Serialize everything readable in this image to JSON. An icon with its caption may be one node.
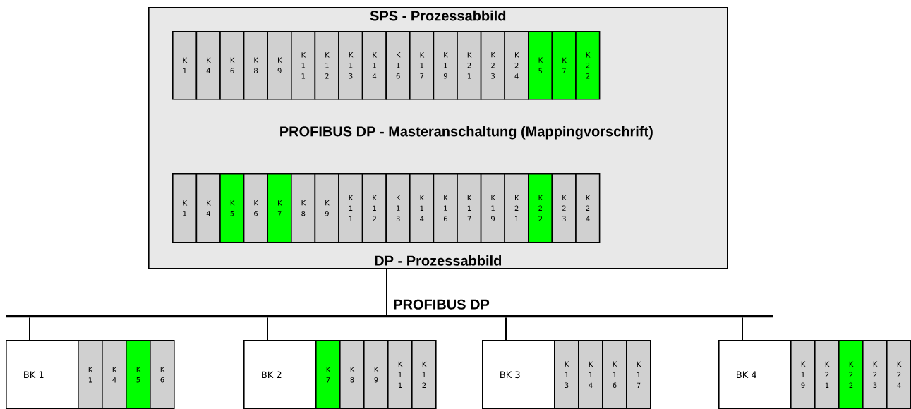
{
  "diagram": {
    "nodes": [
      {
        "text": [
          "SPS - Prozessabbild",
          "PROFIBUS DP - Masteranschaltung (Mappingvorschrift)",
          "DP - Prozessabbild"
        ]
      },
      {
        "text": [
          "K 1"
        ],
        "in": 0
      },
      {
        "text": [
          "K 4"
        ],
        "in": 0
      },
      {
        "text": [
          "K 6"
        ],
        "in": 0
      },
      {
        "text": [
          "K 8"
        ],
        "in": 0
      },
      {
        "text": [
          "K 9"
        ],
        "in": 0
      },
      {
        "text": [
          "K 1 1"
        ],
        "in": 0
      },
      {
        "text": [
          "K 1 2"
        ],
        "in": 0
      },
      {
        "text": [
          "K 1 3"
        ],
        "in": 0
      },
      {
        "text": [
          "K 1 4"
        ],
        "in": 0
      },
      {
        "text": [
          "K 1 6"
        ],
        "in": 0
      },
      {
        "text": [
          "K 1 7"
        ],
        "in": 0
      },
      {
        "text": [
          "K 1 9"
        ],
        "in": 0
      },
      {
        "text": [
          "K 2 1"
        ],
        "in": 0
      },
      {
        "text": [
          "K 2 3"
        ],
        "in": 0
      },
      {
        "text": [
          "K 2 4"
        ],
        "in": 0
      },
      {
        "text": [
          "K 5"
        ],
        "in": 0
      },
      {
        "text": [
          "K 7"
        ],
        "in": 0
      },
      {
        "text": [
          "K 2 2"
        ],
        "in": 0
      },
      {
        "text": [
          "K 1"
        ],
        "in": 0
      },
      {
        "text": [
          "K 4"
        ],
        "in": 0
      },
      {
        "text": [
          "K 5"
        ],
        "in": 0
      },
      {
        "text": [
          "K 6"
        ],
        "in": 0
      },
      {
        "text": [
          "K 7"
        ],
        "in": 0
      },
      {
        "text": [
          "K 8"
        ],
        "in": 0
      },
      {
        "text": [
          "K 9"
        ],
        "in": 0
      },
      {
        "text": [
          "K 1 1"
        ],
        "in": 0
      },
      {
        "text": [
          "K 1 2"
        ],
        "in": 0
      },
      {
        "text": [
          "K 1 3"
        ],
        "in": 0
      },
      {
        "text": [
          "K 1 4"
        ],
        "in": 0
      },
      {
        "text": [
          "K 1 6"
        ],
        "in": 0
      },
      {
        "text": [
          "K 1 7"
        ],
        "in": 0
      },
      {
        "text": [
          "K 1 9"
        ],
        "in": 0
      },
      {
        "text": [
          "K 2 1"
        ],
        "in": 0
      },
      {
        "text": [
          "K 2 2"
        ],
        "in": 0
      },
      {
        "text": [
          "K 2 3"
        ],
        "in": 0
      },
      {
        "text": [
          "K 2 4"
        ],
        "in": 0
      },
      {
        "text": [],
        "shape": "bar",
        "beside": [
          "PROFIBUS DP"
        ]
      },
      {
        "text": [
          "BK 1"
        ]
      },
      {
        "text": [
          "K 1"
        ]
      },
      {
        "text": [
          "K 4"
        ]
      },
      {
        "text": [
          "K 5"
        ]
      },
      {
        "text": [
          "K 6"
        ]
      },
      {
        "text": [
          "BK 2"
        ]
      },
      {
        "text": [
          "K 7"
        ]
      },
      {
        "text": [
          "K 8"
        ]
      },
      {
        "text": [
          "K 9"
        ]
      },
      {
        "text": [
          "K 1 1"
        ]
      },
      {
        "text": [
          "K 1 2"
        ]
      },
      {
        "text": [
          "BK 3"
        ]
      },
      {
        "text": [
          "K 1 3"
        ]
      },
      {
        "text": [
          "K 1 4"
        ]
      },
      {
        "text": [
          "K 1 6"
        ]
      },
      {
        "text": [
          "K 1 7"
        ]
      },
      {
        "text": [
          "BK 4"
        ]
      },
      {
        "text": [
          "K 1 9"
        ]
      },
      {
        "text": [
          "K 2 1"
        ]
      },
      {
        "text": [
          "K 2 2"
        ]
      },
      {
        "text": [
          "K 2 3"
        ]
      },
      {
        "text": [
          "K 2 4"
        ]
      }
    ],
    "edges": [
      {
        "from": 0,
        "to": 37,
        "arrow": "none"
      },
      {
        "from": 37,
        "to": 38,
        "arrow": "none"
      },
      {
        "from": 37,
        "to": 43,
        "arrow": "none"
      },
      {
        "from": 37,
        "to": 49,
        "arrow": "none"
      },
      {
        "from": 37,
        "to": 54,
        "arrow": "none"
      }
    ]
  }
}
